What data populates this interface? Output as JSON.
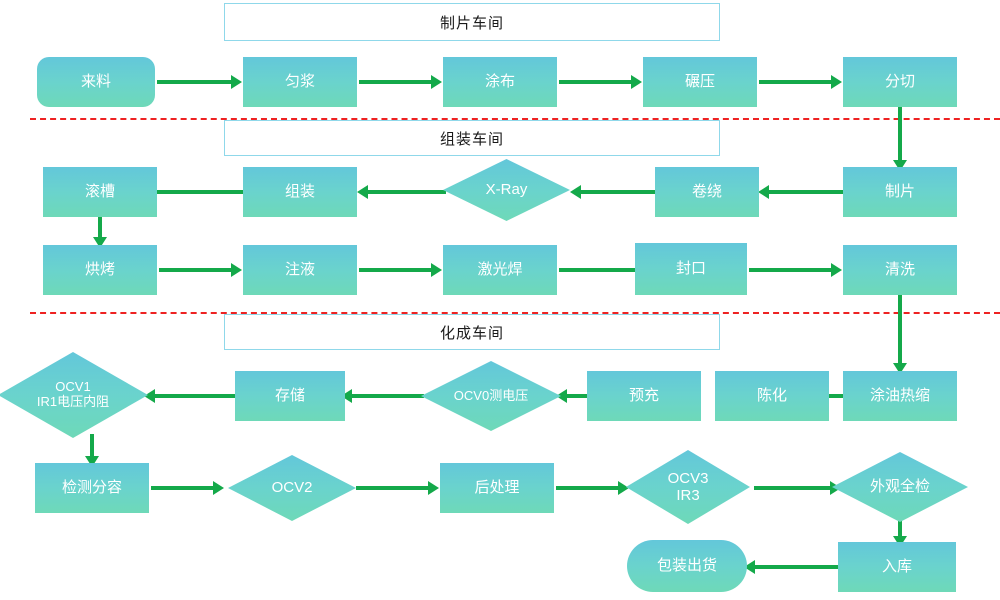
{
  "diagram": {
    "title": "Battery Manufacturing Process Flow",
    "colors": {
      "node_fill_top": "#63c7da",
      "node_fill_bottom": "#6ed9b8",
      "arrow": "#14a94a",
      "divider": "#ee2222",
      "header_border": "#8fd8ea",
      "node_text": "#ffffff",
      "header_text": "#1a1a1a"
    },
    "sections": [
      {
        "label": "制片车间"
      },
      {
        "label": "组装车间"
      },
      {
        "label": "化成车间"
      }
    ],
    "nodes": {
      "n01": {
        "label": "来料"
      },
      "n02": {
        "label": "匀浆"
      },
      "n03": {
        "label": "涂布"
      },
      "n04": {
        "label": "碾压"
      },
      "n05": {
        "label": "分切"
      },
      "n06": {
        "label": "制片"
      },
      "n07": {
        "label": "卷绕"
      },
      "n08": {
        "label": "X-Ray"
      },
      "n09": {
        "label": "组装"
      },
      "n10": {
        "label": "滚槽"
      },
      "n11": {
        "label": "烘烤"
      },
      "n12": {
        "label": "注液"
      },
      "n13": {
        "label": "激光焊"
      },
      "n14": {
        "label": "封口"
      },
      "n15": {
        "label": "清洗"
      },
      "n16": {
        "label": "涂油热缩"
      },
      "n17": {
        "label": "陈化"
      },
      "n18": {
        "label": "预充"
      },
      "n19": {
        "label": "OCV0测电压"
      },
      "n20": {
        "label": "存储"
      },
      "n21": {
        "line1": "OCV1",
        "line2": "IR1电压内阻"
      },
      "n22": {
        "label": "检测分容"
      },
      "n23": {
        "label": "OCV2"
      },
      "n24": {
        "label": "后处理"
      },
      "n25": {
        "line1": "OCV3",
        "line2": "IR3"
      },
      "n26": {
        "label": "外观全检"
      },
      "n27": {
        "label": "入库"
      },
      "n28": {
        "label": "包装出货"
      }
    }
  }
}
